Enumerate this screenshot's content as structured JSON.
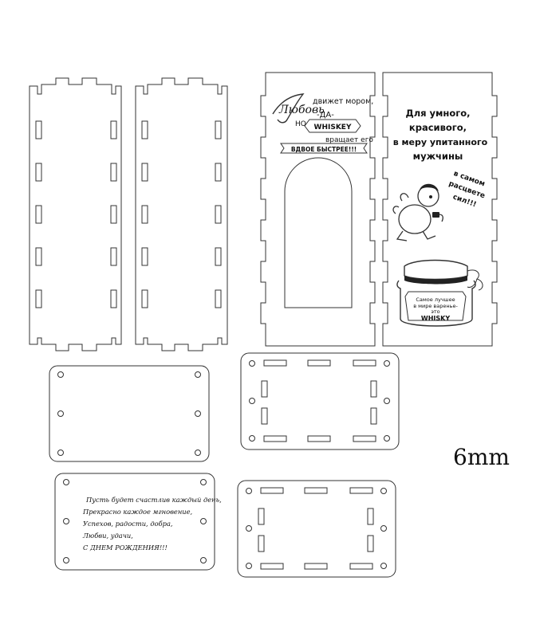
{
  "thickness_label": "6mm",
  "panel_love": {
    "love_word": "Любовь",
    "line1": "движет мором,",
    "line2": "-ДА-",
    "line3": "НО",
    "badge": "WHISKEY",
    "line4": "вращает его",
    "line5": "ВДВОЕ БЫСТРЕЕ!!!"
  },
  "panel_jar": {
    "line1": "Для умного,",
    "line2": "красивого,",
    "line3": "в меру упитанного",
    "line4": "мужчины",
    "side1": "в самом",
    "side2": "расцвете",
    "side3": "сил!!!",
    "jar1": "Самое лучшее",
    "jar2": "в мире варенье-",
    "jar3": "это",
    "jar_badge": "WHISKY"
  },
  "base_wish": {
    "lines": [
      "Пусть будет счастлив каждый день,",
      "Прекрасно каждое мгновение,",
      "Успехов, радости, добра,",
      "Любви, удачи,",
      "С ДНЕМ РОЖДЕНИЯ!!!"
    ]
  }
}
